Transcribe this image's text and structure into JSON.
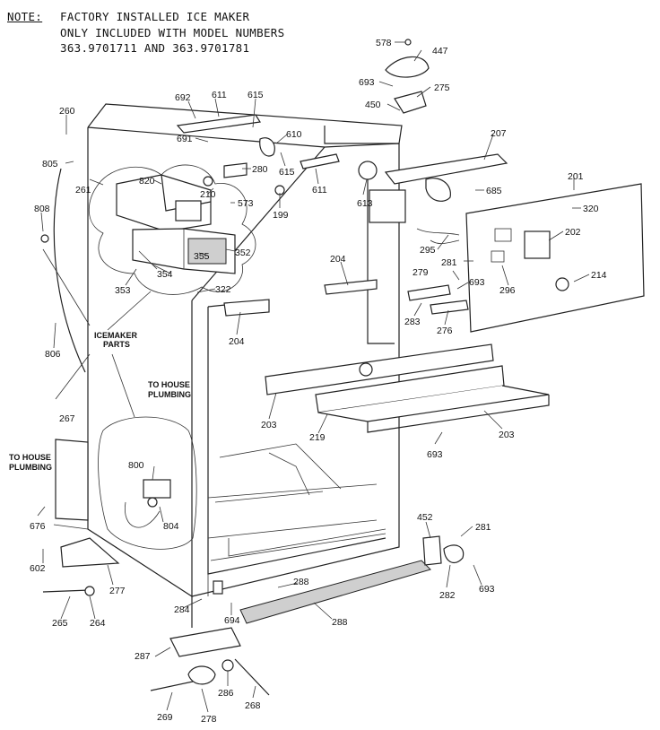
{
  "note": {
    "prefix": "NOTE:",
    "line1": "FACTORY INSTALLED ICE MAKER",
    "line2": "ONLY INCLUDED WITH MODEL NUMBERS",
    "line3": "363.9701711 AND 363.9701781"
  },
  "captions": {
    "icemaker_1": "ICEMAKER",
    "icemaker_2": "PARTS",
    "house_a_1": "TO HOUSE",
    "house_a_2": "PLUMBING",
    "house_b_1": "TO HOUSE",
    "house_b_2": "PLUMBING"
  },
  "callouts": [
    "578",
    "447",
    "693",
    "275",
    "450",
    "692",
    "611",
    "615",
    "691",
    "610",
    "280",
    "615",
    "611",
    "613",
    "207",
    "685",
    "201",
    "320",
    "260",
    "805",
    "261",
    "820",
    "210",
    "573",
    "199",
    "808",
    "355",
    "352",
    "354",
    "353",
    "322",
    "295",
    "202",
    "281",
    "279",
    "693",
    "204",
    "296",
    "214",
    "283",
    "276",
    "204",
    "806",
    "267",
    "203",
    "219",
    "203",
    "693",
    "800",
    "804",
    "676",
    "602",
    "277",
    "452",
    "281",
    "282",
    "693",
    "288",
    "288",
    "284",
    "694",
    "265",
    "264",
    "287",
    "286",
    "268",
    "269",
    "278"
  ]
}
